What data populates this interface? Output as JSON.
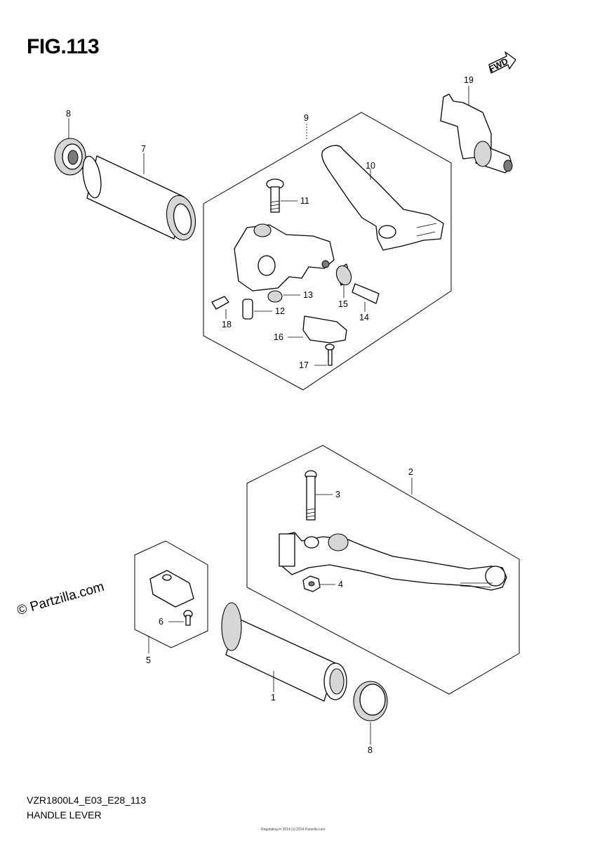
{
  "figure": {
    "title": "FIG.113",
    "model_code": "VZR1800L4_E03_E28_113",
    "name": "HANDLE LEVER",
    "watermark": "© Partzilla.com",
    "fine_print": "Regulating in 2014 (c) 2014 Partzilla.com"
  },
  "direction_tag": "FWD",
  "callouts": [
    {
      "id": "1",
      "part": "grip-throttle"
    },
    {
      "id": "2",
      "part": "front-brake-lever-assembly"
    },
    {
      "id": "3",
      "part": "brake-lever-pivot-bolt"
    },
    {
      "id": "4",
      "part": "brake-lever-nut"
    },
    {
      "id": "5",
      "part": "front-brake-switch-assembly"
    },
    {
      "id": "6",
      "part": "brake-switch-screw"
    },
    {
      "id": "7",
      "part": "left-handlebar-grip"
    },
    {
      "id": "8",
      "part": "grip-end-cap"
    },
    {
      "id": "9",
      "part": "clutch-lever-assembly"
    },
    {
      "id": "10",
      "part": "clutch-lever"
    },
    {
      "id": "11",
      "part": "clutch-lever-pivot-bolt"
    },
    {
      "id": "12",
      "part": "clutch-lever-spacer"
    },
    {
      "id": "13",
      "part": "clutch-lever-nut"
    },
    {
      "id": "14",
      "part": "clutch-adjuster-bolt"
    },
    {
      "id": "15",
      "part": "clutch-adjuster-nut"
    },
    {
      "id": "16",
      "part": "clutch-switch"
    },
    {
      "id": "17",
      "part": "clutch-switch-screw"
    },
    {
      "id": "18",
      "part": "clutch-holder-bolt"
    },
    {
      "id": "19",
      "part": "clutch-cable-guide"
    }
  ]
}
